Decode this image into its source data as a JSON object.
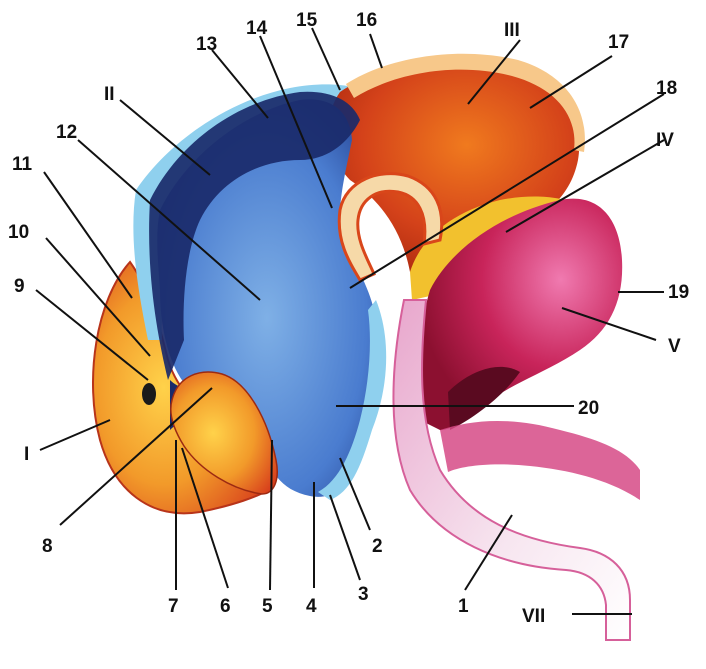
{
  "labels": {
    "n1": "1",
    "n2": "2",
    "n3": "3",
    "n4": "4",
    "n5": "5",
    "n6": "6",
    "n7": "7",
    "n8": "8",
    "n9": "9",
    "n10": "10",
    "n11": "11",
    "n12": "12",
    "n13": "13",
    "n14": "14",
    "n15": "15",
    "n16": "16",
    "n17": "17",
    "n18": "18",
    "n19": "19",
    "n20": "20",
    "rI": "I",
    "rII": "II",
    "rIII": "III",
    "rIV": "IV",
    "rV": "V",
    "rVII": "VII"
  },
  "colors": {
    "blue_region": "#5b8fd6",
    "dark_blue": "#1a2a6a",
    "light_blue_rim": "#8fd0ee",
    "orange_red": "#d9461a",
    "yellow": "#f2c12e",
    "magenta": "#c2245a",
    "pink_light": "#f3c6dc",
    "cream": "#f6d9a8"
  }
}
